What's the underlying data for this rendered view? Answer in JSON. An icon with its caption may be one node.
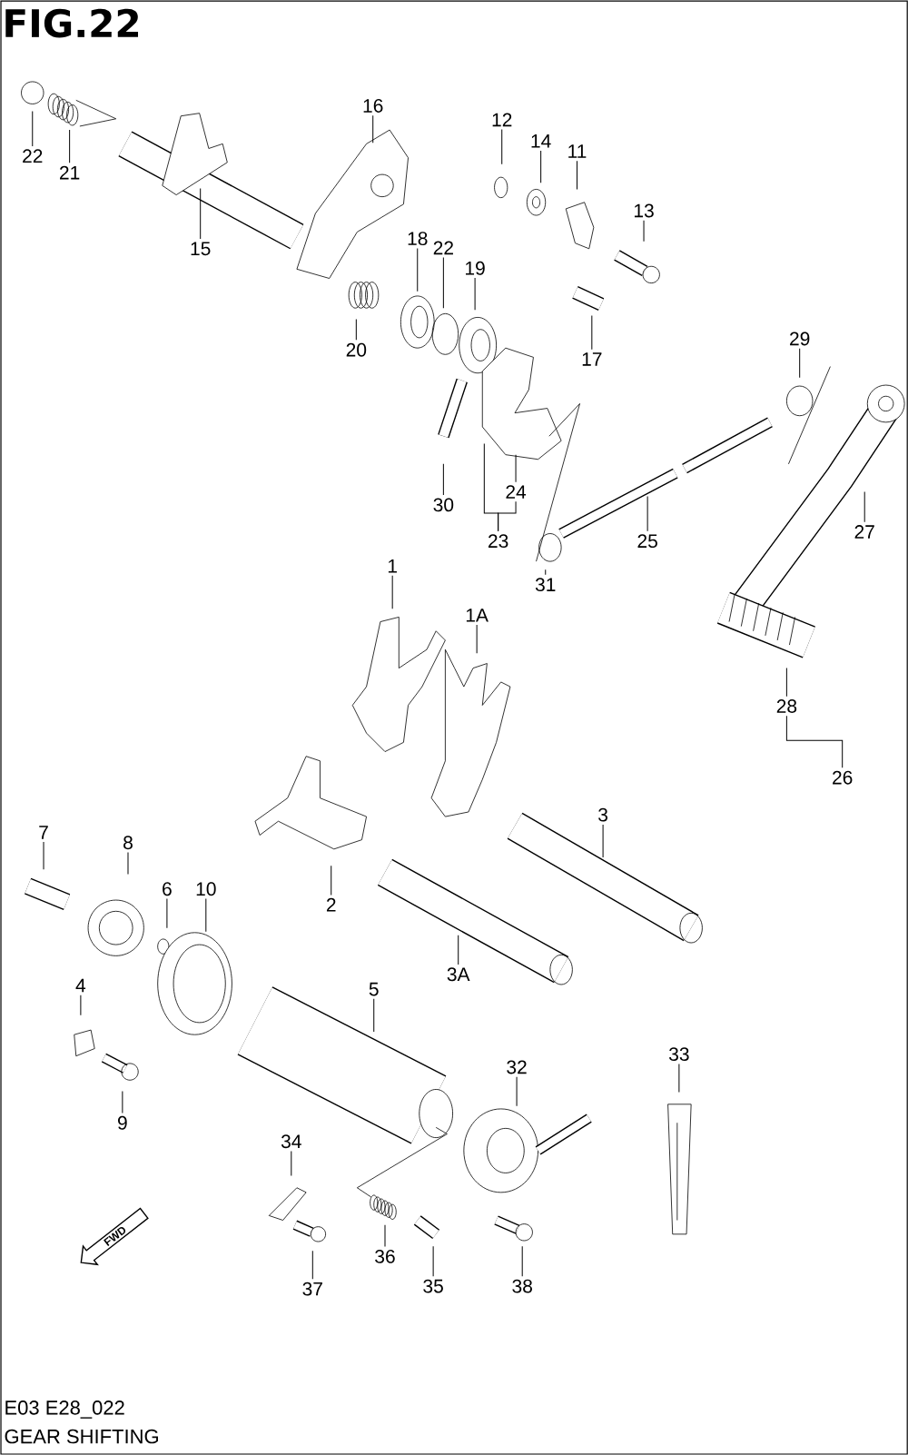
{
  "diagram": {
    "title": "FIG.22",
    "nodes": [
      {
        "text": [
          "16"
        ]
      },
      {
        "text": [
          "12"
        ]
      },
      {
        "text": [
          "14"
        ]
      },
      {
        "text": [
          "11"
        ]
      },
      {
        "text": [
          "22"
        ]
      },
      {
        "text": [
          "21"
        ]
      },
      {
        "text": [
          "13"
        ]
      },
      {
        "text": [
          "18"
        ]
      },
      {
        "text": [
          "22"
        ]
      },
      {
        "text": [
          "15"
        ]
      },
      {
        "text": [
          "19"
        ]
      },
      {
        "text": [
          "29"
        ]
      },
      {
        "text": [
          "20"
        ]
      },
      {
        "text": [
          "17"
        ]
      },
      {
        "text": [
          "24"
        ]
      },
      {
        "text": [
          "30"
        ]
      },
      {
        "text": [
          "27"
        ]
      },
      {
        "text": [
          "23"
        ]
      },
      {
        "text": [
          "25"
        ]
      },
      {
        "text": [
          "1"
        ]
      },
      {
        "text": [
          "31"
        ]
      },
      {
        "text": [
          "1A"
        ]
      },
      {
        "text": [
          "28"
        ]
      },
      {
        "text": [
          "26"
        ]
      },
      {
        "text": [
          "3"
        ]
      },
      {
        "text": [
          "7"
        ]
      },
      {
        "text": [
          "8"
        ]
      },
      {
        "text": [
          "6"
        ]
      },
      {
        "text": [
          "10"
        ]
      },
      {
        "text": [
          "2"
        ]
      },
      {
        "text": [
          "3A"
        ]
      },
      {
        "text": [
          "4"
        ]
      },
      {
        "text": [
          "5"
        ]
      },
      {
        "text": [
          "33"
        ]
      },
      {
        "text": [
          "32"
        ]
      },
      {
        "text": [
          "9"
        ]
      },
      {
        "text": [
          "34"
        ]
      },
      {
        "text": [
          "36"
        ]
      },
      {
        "text": [
          "35"
        ]
      },
      {
        "text": [
          "37"
        ]
      },
      {
        "text": [
          "38"
        ]
      }
    ],
    "edges": [
      {
        "from": 0,
        "to": null,
        "arrow": "none"
      },
      {
        "from": 1,
        "to": null,
        "arrow": "none"
      },
      {
        "from": 2,
        "to": null,
        "arrow": "none"
      },
      {
        "from": 3,
        "to": null,
        "arrow": "none"
      },
      {
        "from": 4,
        "to": null,
        "arrow": "none"
      },
      {
        "from": 5,
        "to": null,
        "arrow": "none"
      },
      {
        "from": 6,
        "to": null,
        "arrow": "none"
      },
      {
        "from": 7,
        "to": null,
        "arrow": "none"
      },
      {
        "from": 8,
        "to": null,
        "arrow": "none"
      },
      {
        "from": 9,
        "to": null,
        "arrow": "none"
      },
      {
        "from": 10,
        "to": null,
        "arrow": "none"
      },
      {
        "from": 11,
        "to": null,
        "arrow": "none"
      },
      {
        "from": 12,
        "to": null,
        "arrow": "none"
      },
      {
        "from": 13,
        "to": null,
        "arrow": "none"
      },
      {
        "from": 14,
        "to": null,
        "arrow": "none"
      },
      {
        "from": 15,
        "to": null,
        "arrow": "none"
      },
      {
        "from": 16,
        "to": null,
        "arrow": "none"
      },
      {
        "from": 17,
        "to": null,
        "arrow": "none"
      },
      {
        "from": 17,
        "to": 14,
        "arrow": "none"
      },
      {
        "from": 18,
        "to": null,
        "arrow": "none"
      },
      {
        "from": 19,
        "to": null,
        "arrow": "none"
      },
      {
        "from": 20,
        "to": null,
        "arrow": "none"
      },
      {
        "from": 21,
        "to": null,
        "arrow": "none"
      },
      {
        "from": 22,
        "to": null,
        "arrow": "none"
      },
      {
        "from": 23,
        "to": 22,
        "arrow": "none"
      },
      {
        "from": 24,
        "to": null,
        "arrow": "none"
      },
      {
        "from": 25,
        "to": null,
        "arrow": "none"
      },
      {
        "from": 26,
        "to": null,
        "arrow": "none"
      },
      {
        "from": 27,
        "to": null,
        "arrow": "none"
      },
      {
        "from": 28,
        "to": null,
        "arrow": "none"
      },
      {
        "from": 29,
        "to": null,
        "arrow": "none"
      },
      {
        "from": 30,
        "to": null,
        "arrow": "none"
      },
      {
        "from": 31,
        "to": null,
        "arrow": "none"
      },
      {
        "from": 32,
        "to": null,
        "arrow": "none"
      },
      {
        "from": 33,
        "to": null,
        "arrow": "none"
      },
      {
        "from": 34,
        "to": null,
        "arrow": "none"
      },
      {
        "from": 35,
        "to": null,
        "arrow": "none"
      },
      {
        "from": 36,
        "to": null,
        "arrow": "none"
      },
      {
        "from": 37,
        "to": null,
        "arrow": "none"
      },
      {
        "from": 38,
        "to": null,
        "arrow": "none"
      },
      {
        "from": 39,
        "to": null,
        "arrow": "none"
      },
      {
        "from": 40,
        "to": null,
        "arrow": "none"
      }
    ],
    "labels": [
      "FWD",
      "E03 E28_022",
      "GEAR SHIFTING"
    ]
  }
}
